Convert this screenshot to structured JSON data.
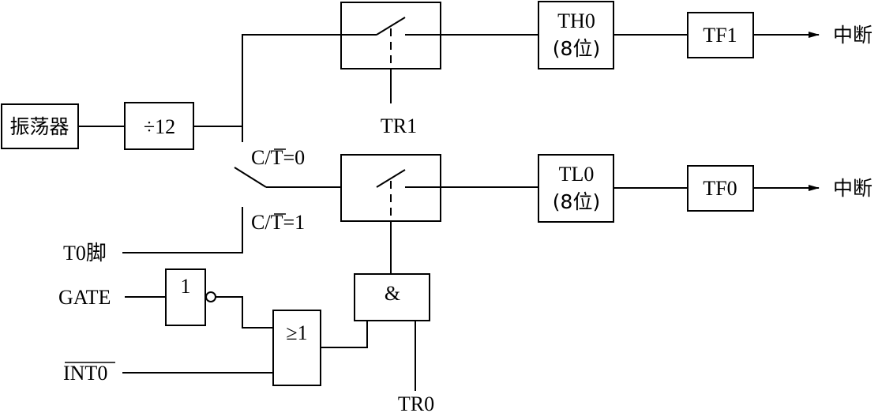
{
  "oscillator": "振荡器",
  "divider": "÷12",
  "switch_upper": {
    "prefix": "C/",
    "bar": "T",
    "suffix": "=0"
  },
  "switch_lower": {
    "prefix": "C/",
    "bar": "T",
    "suffix": "=1"
  },
  "t0_pin": "T0脚",
  "gate": "GATE",
  "int0": "INT0",
  "not_gate": "1",
  "or_gate": "≥1",
  "and_gate": "&",
  "tr1": "TR1",
  "tr0": "TR0",
  "th0": {
    "name": "TH0",
    "bits": "(8位)"
  },
  "tl0": {
    "name": "TL0",
    "bits": "(8位)"
  },
  "tf1": "TF1",
  "tf0": "TF0",
  "interrupt_upper": "中断",
  "interrupt_lower": "中断"
}
